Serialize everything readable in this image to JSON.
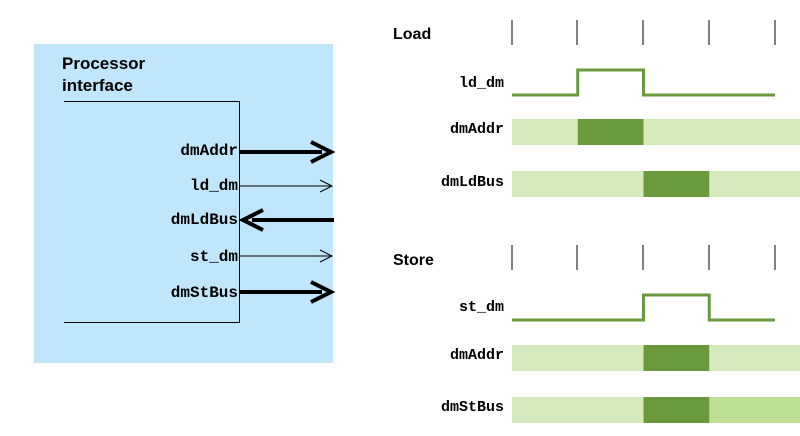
{
  "processor_interface": {
    "title": "Processor\ninterface",
    "ports": [
      {
        "name": "dmAddr",
        "direction": "out",
        "width": "bus"
      },
      {
        "name": "ld_dm",
        "direction": "out",
        "width": "wire"
      },
      {
        "name": "dmLdBus",
        "direction": "in",
        "width": "bus"
      },
      {
        "name": "st_dm",
        "direction": "out",
        "width": "wire"
      },
      {
        "name": "dmStBus",
        "direction": "out",
        "width": "bus"
      }
    ]
  },
  "timing": {
    "colors": {
      "wave": "#6a9a3c",
      "bus_idle": "#d6ebbd",
      "bus_active": "#6a9a3c",
      "bus_data": "#bedd95"
    },
    "load": {
      "title": "Load",
      "signals": [
        {
          "name": "ld_dm",
          "type": "pulse",
          "high": [
            1,
            2
          ]
        },
        {
          "name": "dmAddr",
          "type": "bus",
          "segments": [
            "idle",
            "active",
            "idle",
            "idle",
            "idle"
          ]
        },
        {
          "name": "dmLdBus",
          "type": "bus",
          "segments": [
            "idle",
            "idle",
            "active",
            "idle",
            "idle"
          ]
        }
      ]
    },
    "store": {
      "title": "Store",
      "signals": [
        {
          "name": "st_dm",
          "type": "pulse",
          "high": [
            2,
            3
          ]
        },
        {
          "name": "dmAddr",
          "type": "bus",
          "segments": [
            "idle",
            "idle",
            "active",
            "idle",
            "idle"
          ]
        },
        {
          "name": "dmStBus",
          "type": "bus",
          "segments": [
            "idle",
            "idle",
            "active",
            "data",
            "data"
          ]
        }
      ]
    }
  }
}
